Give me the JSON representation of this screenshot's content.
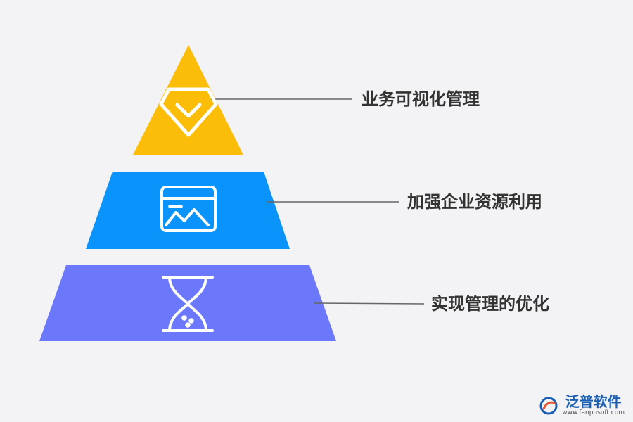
{
  "diagram": {
    "levels": [
      {
        "label": "业务可视化管理",
        "color": "#fbbd08",
        "icon": "gem-check-icon"
      },
      {
        "label": "加强企业资源利用",
        "color": "#0a93fb",
        "icon": "image-browser-icon"
      },
      {
        "label": "实现管理的优化",
        "color": "#6c78fb",
        "icon": "hourglass-icon"
      }
    ],
    "connector_color": "#666666"
  },
  "logo": {
    "brand": "泛普软件",
    "url": "www.fanpusoft.com",
    "color": "#1a5fb4"
  }
}
